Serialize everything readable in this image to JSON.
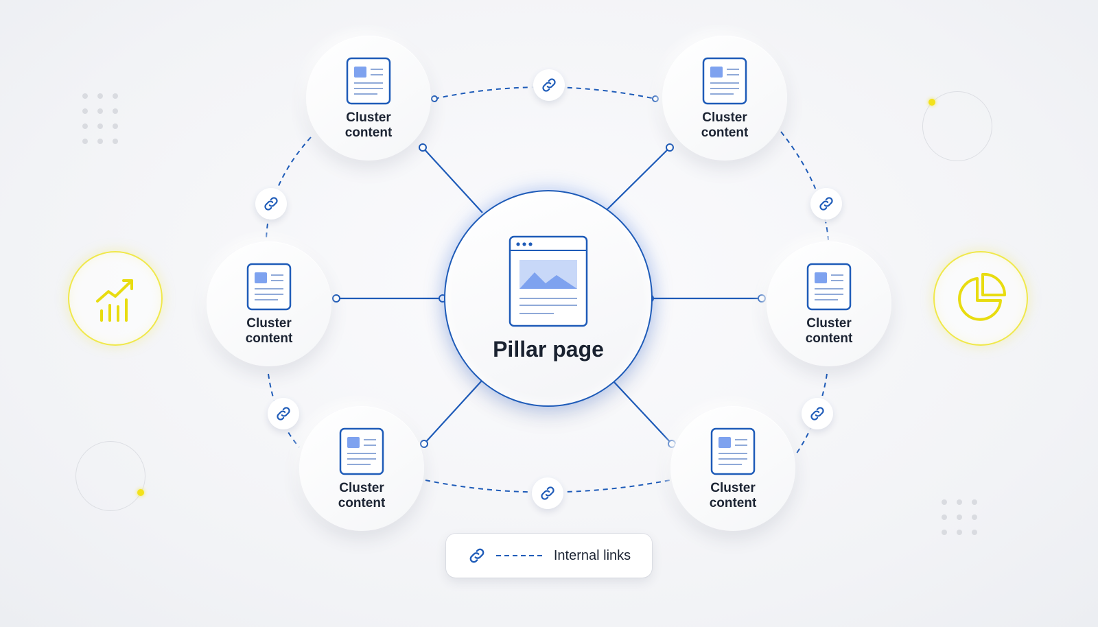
{
  "colors": {
    "accent_blue": "#1e5bb8",
    "doc_fill": "#7ea2ef",
    "highlight_yellow": "#f0e84a",
    "text_dark": "#1c2433"
  },
  "center": {
    "title": "Pillar page",
    "icon": "browser-window-icon"
  },
  "clusters": [
    {
      "label_line1": "Cluster",
      "label_line2": "content",
      "icon": "document-icon"
    },
    {
      "label_line1": "Cluster",
      "label_line2": "content",
      "icon": "document-icon"
    },
    {
      "label_line1": "Cluster",
      "label_line2": "content",
      "icon": "document-icon"
    },
    {
      "label_line1": "Cluster",
      "label_line2": "content",
      "icon": "document-icon"
    },
    {
      "label_line1": "Cluster",
      "label_line2": "content",
      "icon": "document-icon"
    },
    {
      "label_line1": "Cluster",
      "label_line2": "content",
      "icon": "document-icon"
    }
  ],
  "link_icon": "chain-link-icon",
  "legend": {
    "icon": "chain-link-icon",
    "label": "Internal links"
  },
  "decorations": {
    "left_icon": "growth-chart-icon",
    "right_icon": "pie-chart-icon"
  }
}
